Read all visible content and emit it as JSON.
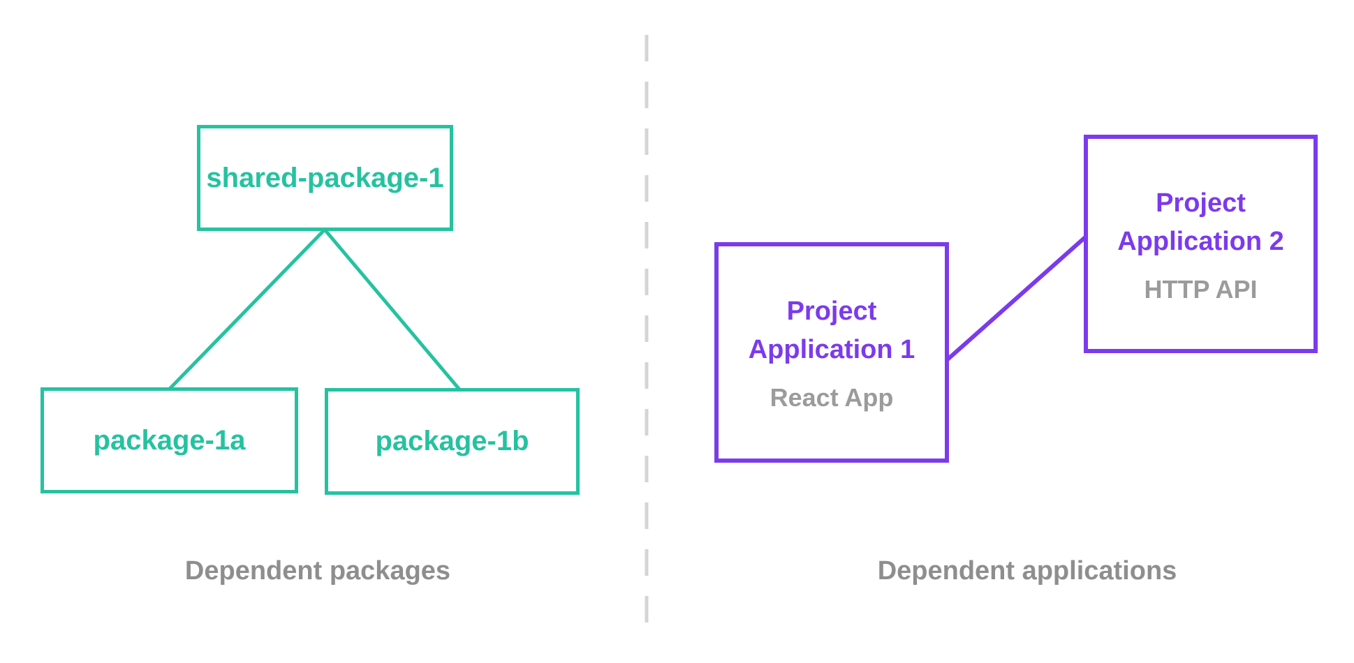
{
  "colors": {
    "teal": "#25c2a0",
    "purple": "#7c3aed",
    "caption_gray": "#8e8e8e",
    "subtitle_gray": "#9b9b9b",
    "divider_gray": "#d4d4d4"
  },
  "left_section": {
    "caption": "Dependent packages",
    "root_package": {
      "label": "shared-package-1"
    },
    "packages": [
      {
        "label": "package-1a"
      },
      {
        "label": "package-1b"
      }
    ]
  },
  "right_section": {
    "caption": "Dependent applications",
    "applications": [
      {
        "title_lines": [
          "Project",
          "Application 1"
        ],
        "subtitle": "React App"
      },
      {
        "title_lines": [
          "Project",
          "Application 2"
        ],
        "subtitle": "HTTP API"
      }
    ]
  }
}
